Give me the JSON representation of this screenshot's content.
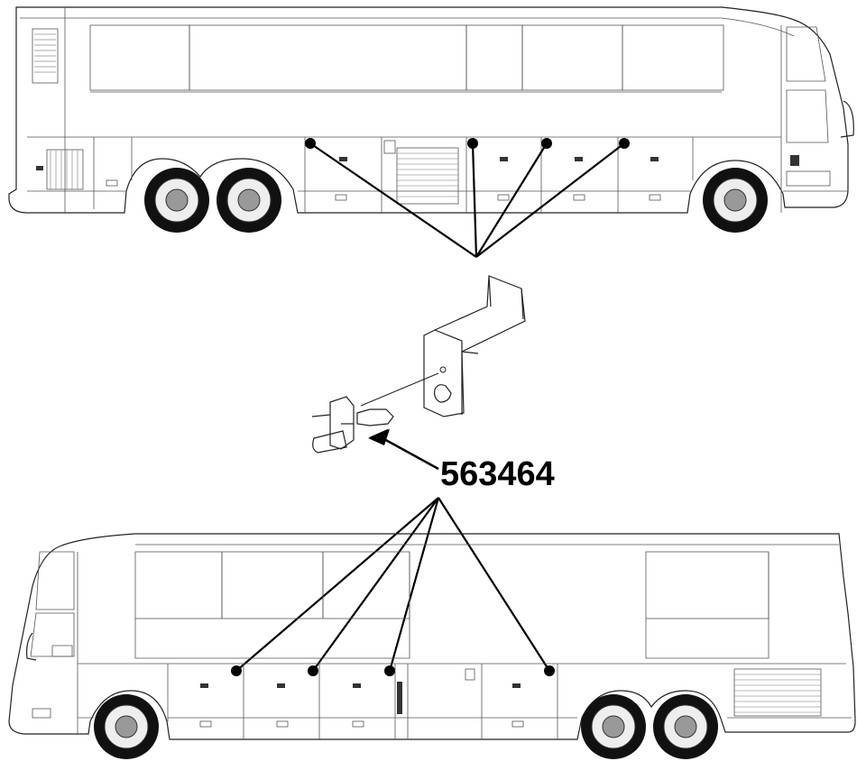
{
  "part_number": "563464",
  "callouts": [
    {
      "view": "top-coach",
      "count": 4
    },
    {
      "view": "bottom-coach",
      "count": 4
    }
  ]
}
